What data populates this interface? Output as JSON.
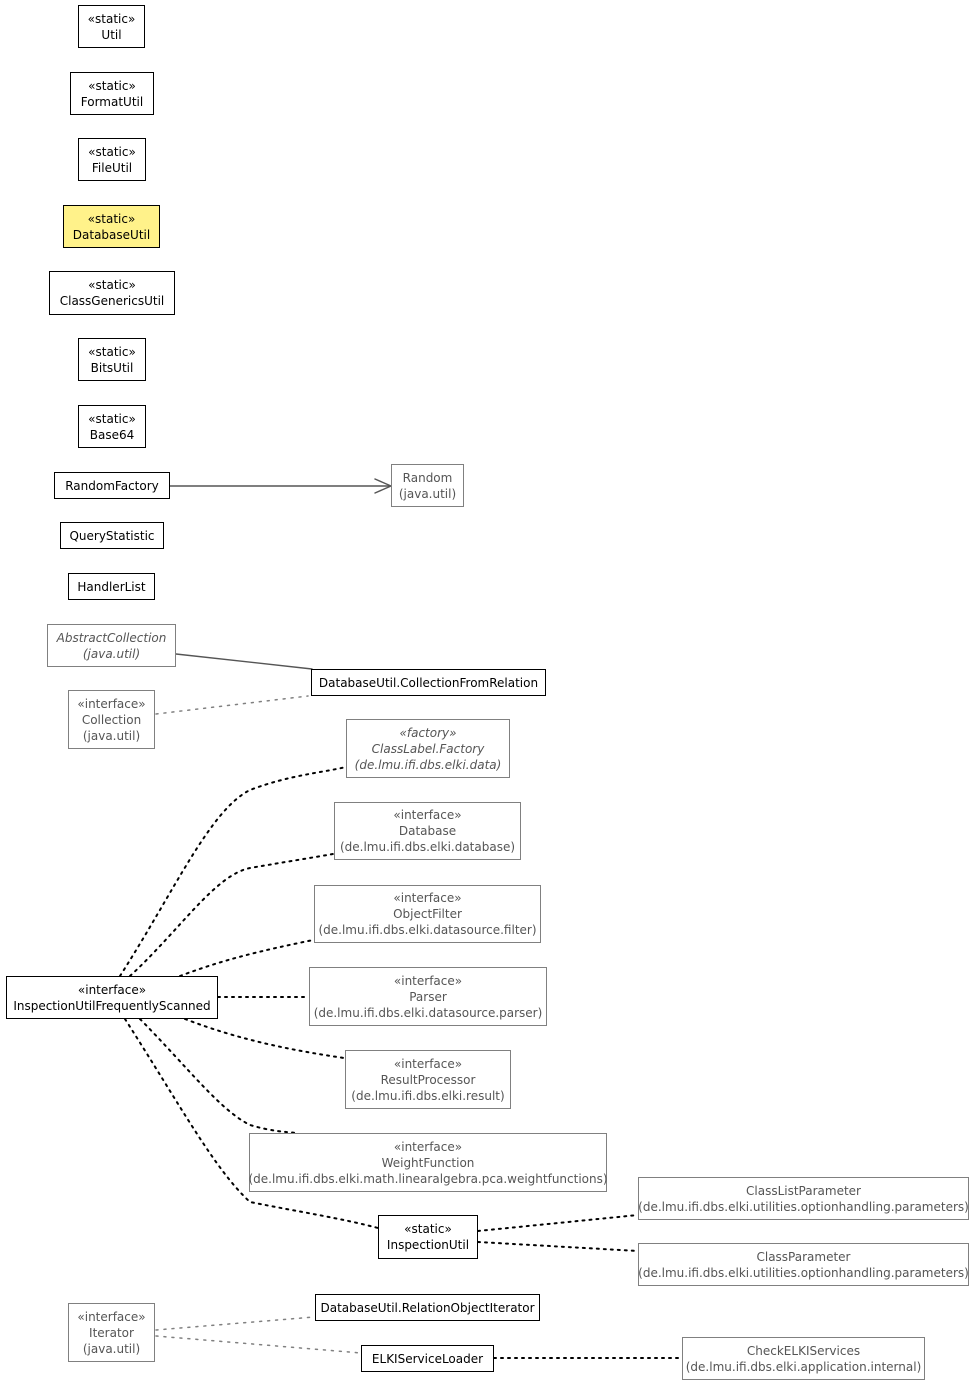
{
  "nodes": {
    "util": {
      "stereo": "«static»",
      "name": "Util"
    },
    "formatutil": {
      "stereo": "«static»",
      "name": "FormatUtil"
    },
    "fileutil": {
      "stereo": "«static»",
      "name": "FileUtil"
    },
    "databaseutil": {
      "stereo": "«static»",
      "name": "DatabaseUtil"
    },
    "classgenericsutil": {
      "stereo": "«static»",
      "name": "ClassGenericsUtil"
    },
    "bitsutil": {
      "stereo": "«static»",
      "name": "BitsUtil"
    },
    "base64": {
      "stereo": "«static»",
      "name": "Base64"
    },
    "randomfactory": {
      "name": "RandomFactory"
    },
    "random": {
      "name": "Random",
      "pkg": "(java.util)"
    },
    "querystatistic": {
      "name": "QueryStatistic"
    },
    "handlerlist": {
      "name": "HandlerList"
    },
    "abstractcollection": {
      "name": "AbstractCollection",
      "pkg": "(java.util)"
    },
    "collectionfromrelation": {
      "name": "DatabaseUtil.CollectionFromRelation"
    },
    "collection": {
      "stereo": "«interface»",
      "name": "Collection",
      "pkg": "(java.util)"
    },
    "classlabelfactory": {
      "stereo": "«factory»",
      "name": "ClassLabel.Factory",
      "pkg": "(de.lmu.ifi.dbs.elki.data)"
    },
    "database": {
      "stereo": "«interface»",
      "name": "Database",
      "pkg": "(de.lmu.ifi.dbs.elki.database)"
    },
    "objectfilter": {
      "stereo": "«interface»",
      "name": "ObjectFilter",
      "pkg": "(de.lmu.ifi.dbs.elki.datasource.filter)"
    },
    "inspection": {
      "stereo": "«interface»",
      "name": "InspectionUtilFrequentlyScanned"
    },
    "parser": {
      "stereo": "«interface»",
      "name": "Parser",
      "pkg": "(de.lmu.ifi.dbs.elki.datasource.parser)"
    },
    "resultprocessor": {
      "stereo": "«interface»",
      "name": "ResultProcessor",
      "pkg": "(de.lmu.ifi.dbs.elki.result)"
    },
    "weightfunction": {
      "stereo": "«interface»",
      "name": "WeightFunction",
      "pkg": "(de.lmu.ifi.dbs.elki.math.linearalgebra.pca.weightfunctions)"
    },
    "inspectionutil": {
      "stereo": "«static»",
      "name": "InspectionUtil"
    },
    "classlistparameter": {
      "name": "ClassListParameter",
      "pkg": "(de.lmu.ifi.dbs.elki.utilities.optionhandling.parameters)"
    },
    "classparameter": {
      "name": "ClassParameter",
      "pkg": "(de.lmu.ifi.dbs.elki.utilities.optionhandling.parameters)"
    },
    "iterator": {
      "stereo": "«interface»",
      "name": "Iterator",
      "pkg": "(java.util)"
    },
    "relationobjectiterator": {
      "name": "DatabaseUtil.RelationObjectIterator"
    },
    "elkiserviceloader": {
      "name": "ELKIServiceLoader"
    },
    "checkelkiservices": {
      "name": "CheckELKIServices",
      "pkg": "(de.lmu.ifi.dbs.elki.application.internal)"
    }
  },
  "colors": {
    "highlight_fill": "#fff28a",
    "internal_border": "#000000",
    "external_border": "#808080",
    "external_text": "#555555"
  }
}
